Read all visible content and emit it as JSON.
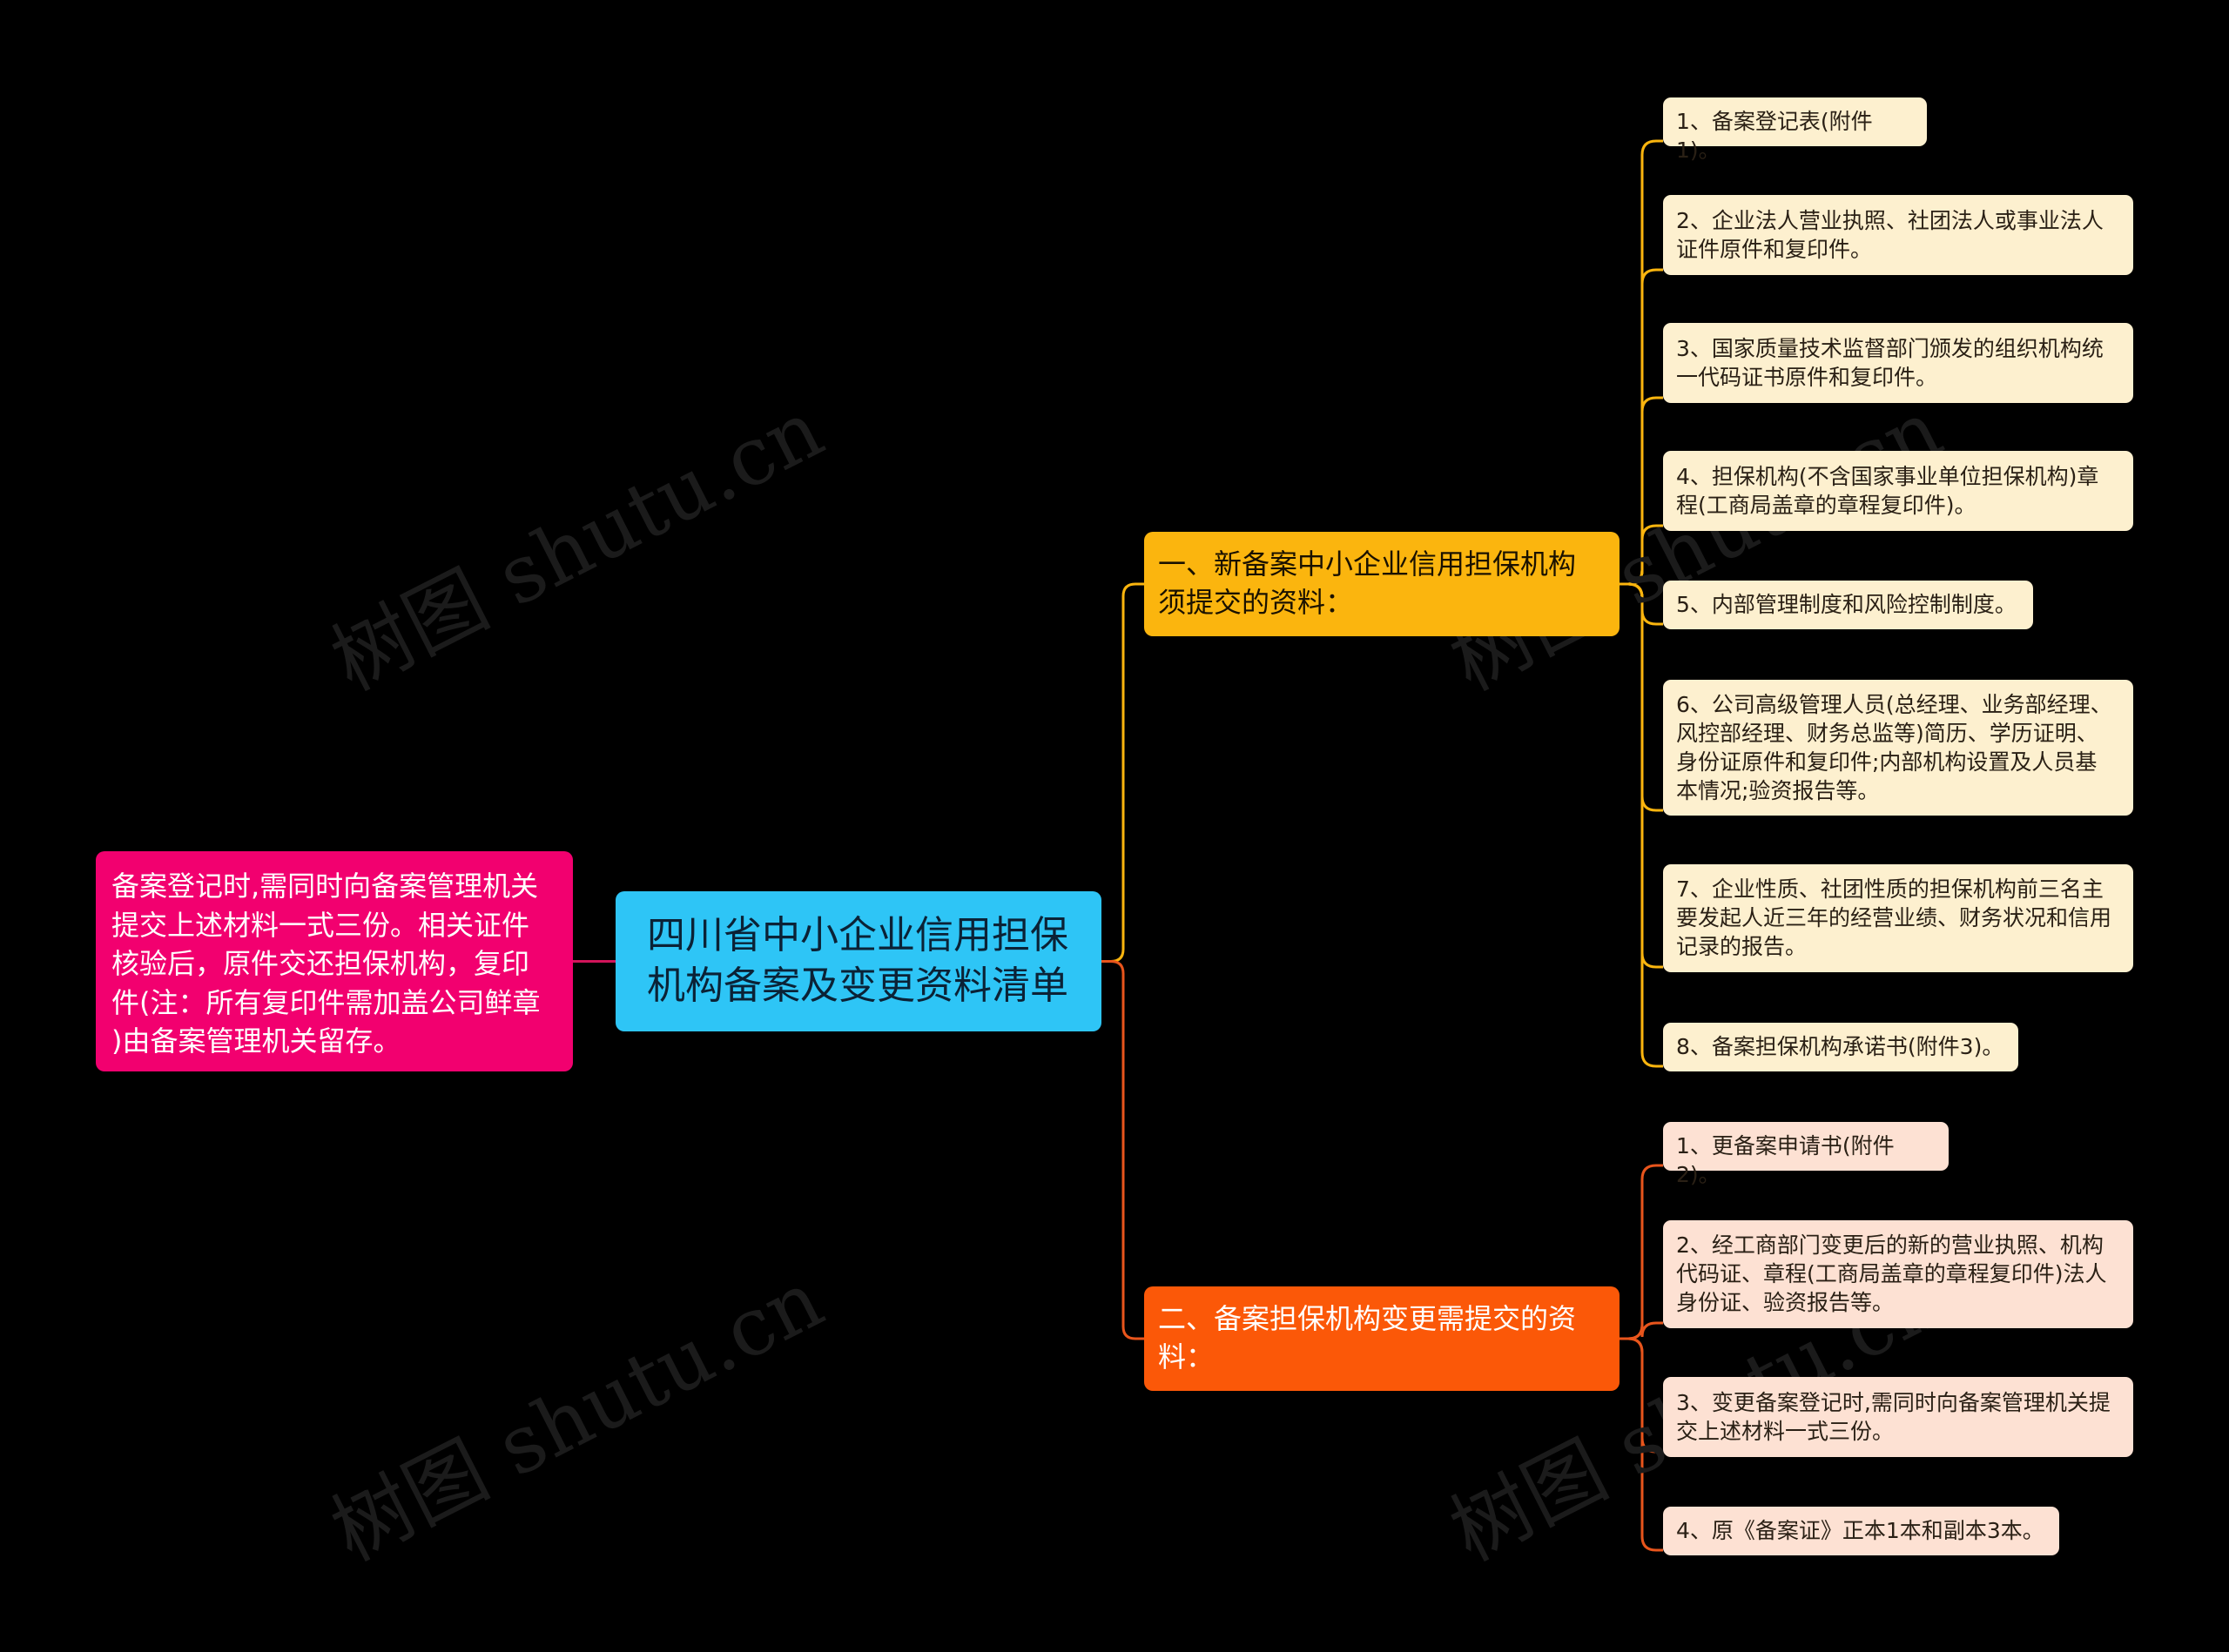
{
  "root": {
    "label": "四川省中小企业信用担保机构备案及变更资料清单",
    "lines": [
      "四川省中小企业信用担保",
      "机构备案及变更资料清单"
    ]
  },
  "left_note": {
    "lines": [
      "备案登记时,需同时向备案管理机关",
      "提交上述材料一式三份。相关证件",
      "核验后，原件交还担保机构，复印",
      "件(注：所有复印件需加盖公司鲜章",
      ")由备案管理机关留存。"
    ]
  },
  "branches": [
    {
      "lines": [
        "一、新备案中小企业信用担保机构",
        "须提交的资料："
      ],
      "items": [
        {
          "lines": [
            "1、备案登记表(附件1)。"
          ]
        },
        {
          "lines": [
            "2、企业法人营业执照、社团法人或事业法人",
            "证件原件和复印件。"
          ]
        },
        {
          "lines": [
            "3、国家质量技术监督部门颁发的组织机构统",
            "一代码证书原件和复印件。"
          ]
        },
        {
          "lines": [
            "4、担保机构(不含国家事业单位担保机构)章",
            "程(工商局盖章的章程复印件)。"
          ]
        },
        {
          "lines": [
            "5、内部管理制度和风险控制制度。"
          ]
        },
        {
          "lines": [
            "6、公司高级管理人员(总经理、业务部经理、",
            "风控部经理、财务总监等)简历、学历证明、",
            "身份证原件和复印件;内部机构设置及人员基",
            "本情况;验资报告等。"
          ]
        },
        {
          "lines": [
            "7、企业性质、社团性质的担保机构前三名主",
            "要发起人近三年的经营业绩、财务状况和信用",
            "记录的报告。"
          ]
        },
        {
          "lines": [
            "8、备案担保机构承诺书(附件3)。"
          ]
        }
      ]
    },
    {
      "lines": [
        "二、备案担保机构变更需提交的资",
        "料："
      ],
      "items": [
        {
          "lines": [
            "1、更备案申请书(附件2)。"
          ]
        },
        {
          "lines": [
            "2、经工商部门变更后的新的营业执照、机构",
            "代码证、章程(工商局盖章的章程复印件)法人",
            "身份证、验资报告等。"
          ]
        },
        {
          "lines": [
            "3、变更备案登记时,需同时向备案管理机关提",
            "交上述材料一式三份。"
          ]
        },
        {
          "lines": [
            "4、原《备案证》正本1本和副本3本。"
          ]
        }
      ]
    }
  ],
  "watermark": "树图 shutu.cn",
  "colors": {
    "background": "#000000",
    "root": "#2ec5f6",
    "left_note": "#f2006f",
    "branch1": "#fbb50e",
    "branch2": "#fb5808",
    "leaf1": "#fdf0cf",
    "leaf2": "#fde1d3",
    "connector_left": "#d2145a",
    "connector_branch2": "#e8551c"
  }
}
